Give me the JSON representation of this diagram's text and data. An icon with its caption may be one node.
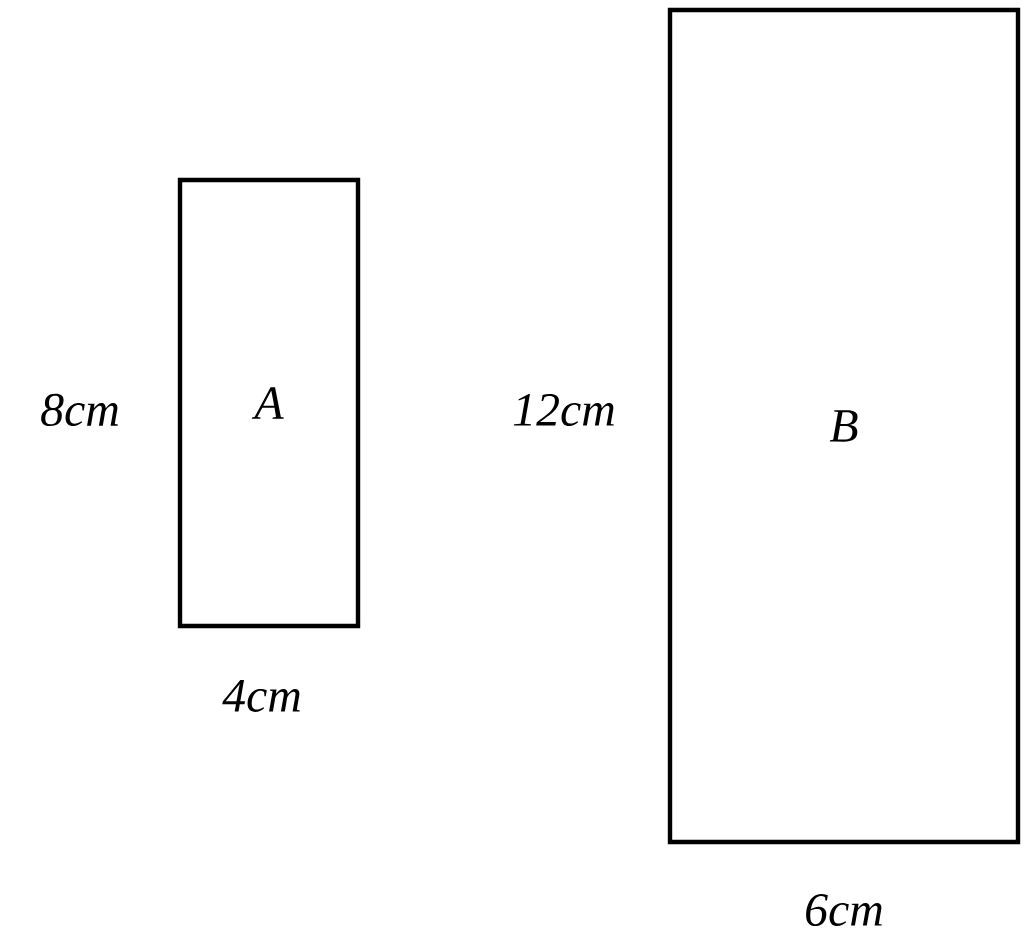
{
  "diagram": {
    "nodes": [
      {
        "text": [
          "A"
        ],
        "beside": [
          "8cm",
          "4cm"
        ]
      },
      {
        "text": [
          "B"
        ],
        "beside": [
          "12cm",
          "6cm"
        ]
      }
    ]
  }
}
